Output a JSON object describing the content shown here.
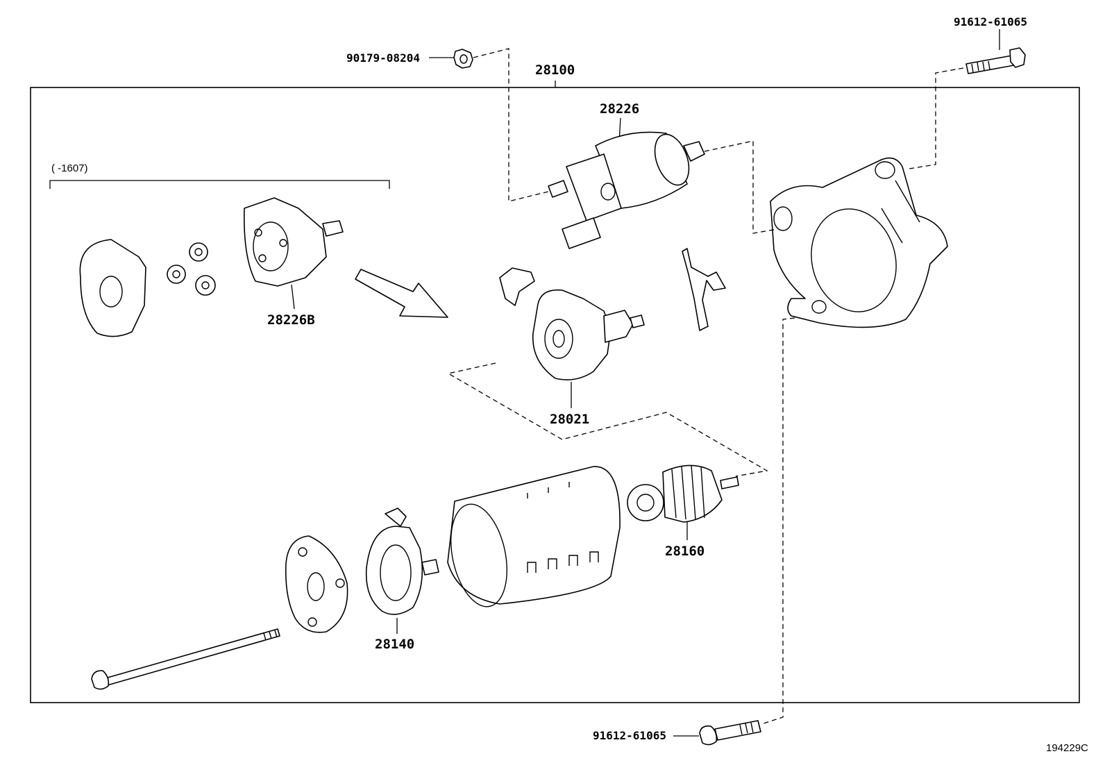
{
  "diagram": {
    "assembly_number": "28100",
    "illustration_code": "194229C",
    "date_range_bracket": "(   -1607)",
    "callouts": {
      "nut_top": "90179-08204",
      "bolt_top_right": "91612-61065",
      "bolt_bottom": "91612-61065",
      "solenoid": "28226",
      "planetary_kit": "28226B",
      "clutch_gear": "28021",
      "brush_holder": "28140",
      "armature": "28160"
    }
  }
}
